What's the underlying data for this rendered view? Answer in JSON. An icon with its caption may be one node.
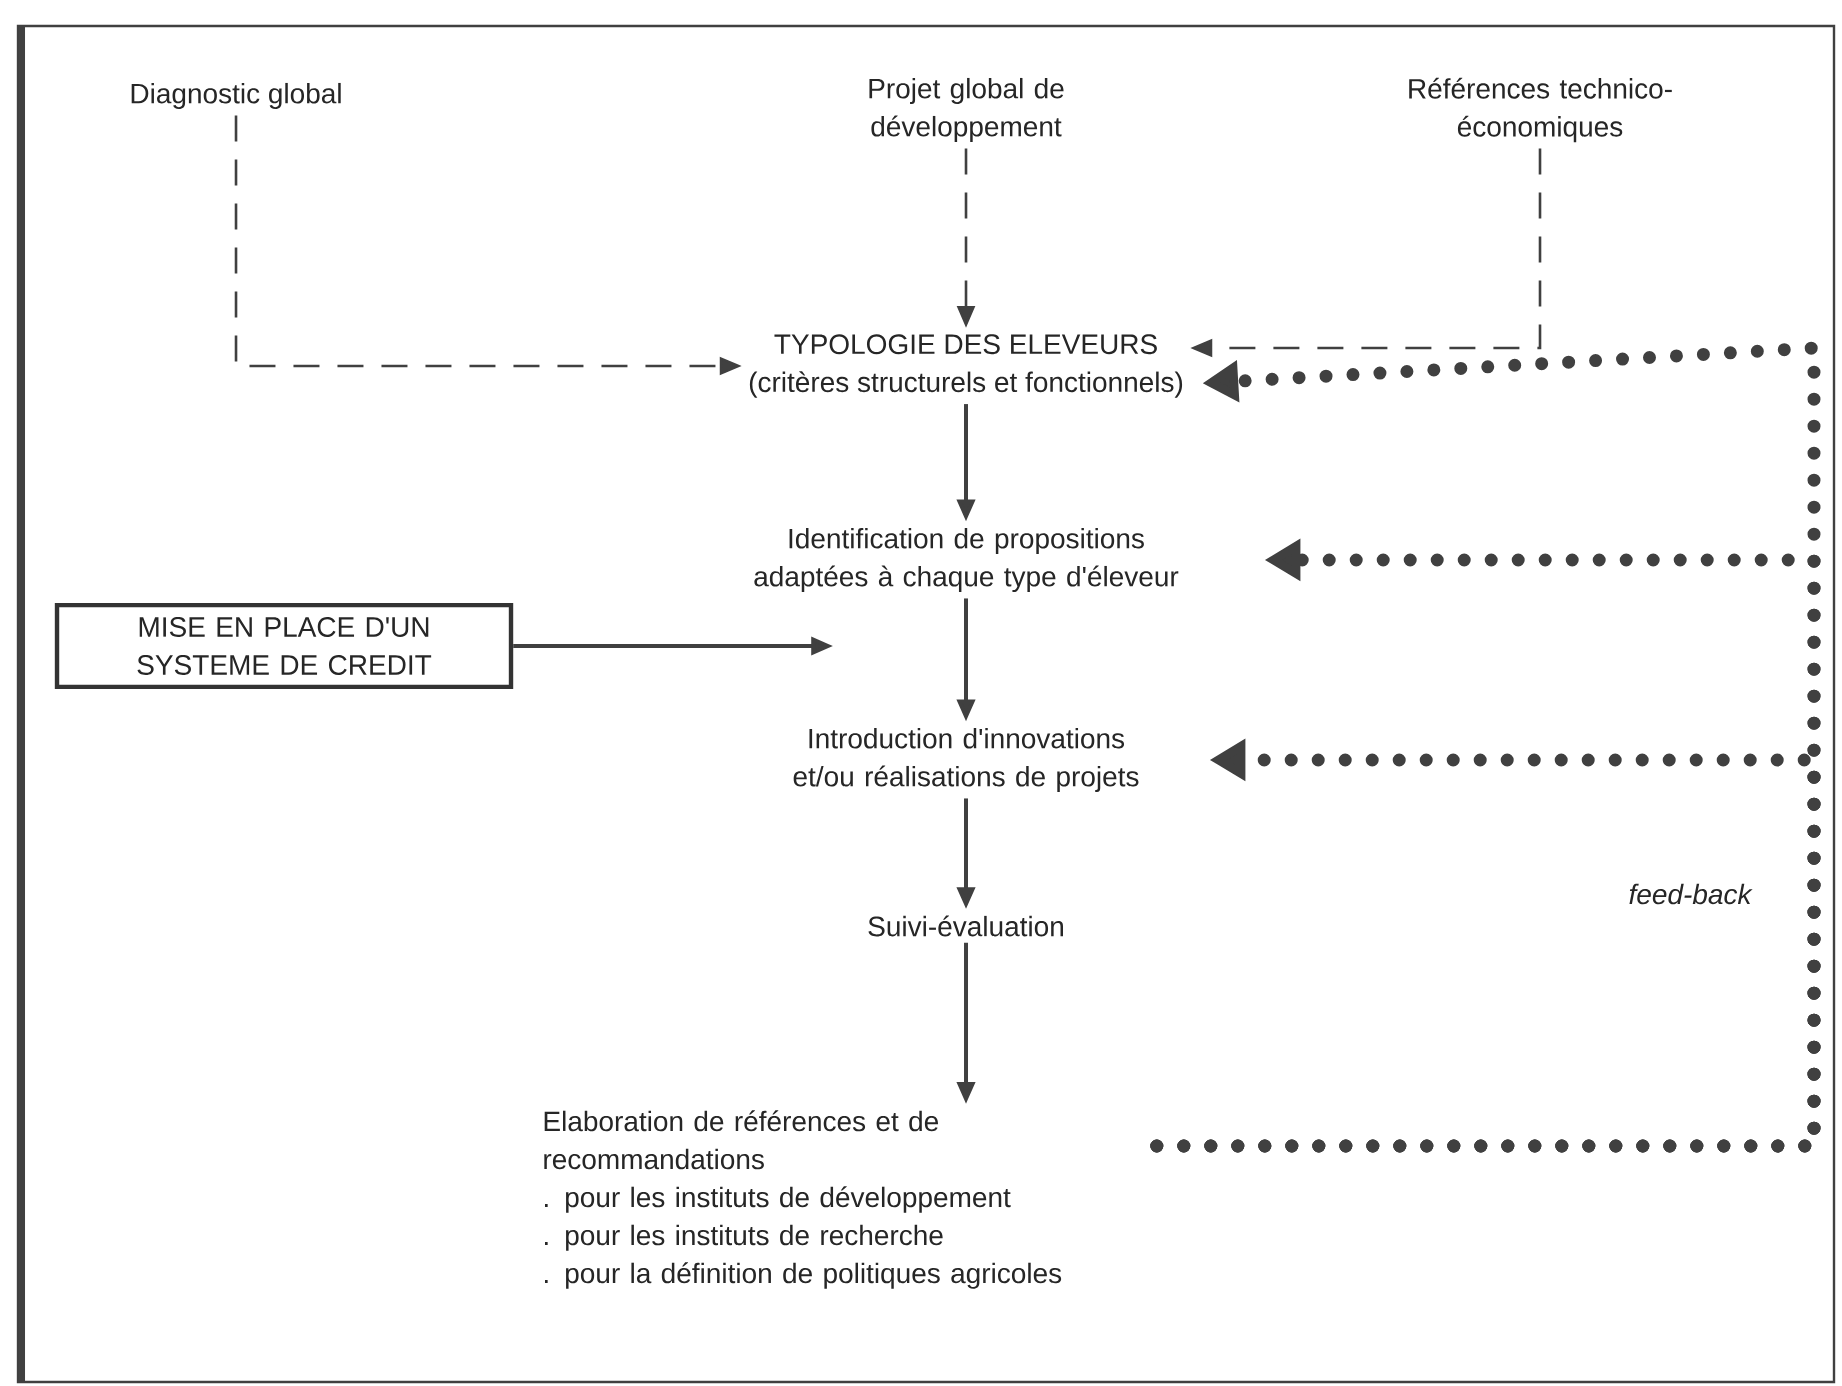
{
  "diagram": {
    "nodes": [
      {
        "text": [
          "Diagnostic global"
        ]
      },
      {
        "text": [
          "Projet global de développement"
        ]
      },
      {
        "text": [
          "Références technico-économiques"
        ]
      },
      {
        "text": [
          "TYPOLOGIE DES ELEVEURS",
          "(critères structurels et fonctionnels)"
        ]
      },
      {
        "text": [
          "Identification de propositions adaptées à chaque type d'éleveur"
        ]
      },
      {
        "text": [
          "MISE EN PLACE D'UN SYSTEME DE CREDIT"
        ]
      },
      {
        "text": [
          "Introduction d'innovations et/ou réalisations de projets"
        ]
      },
      {
        "text": [
          "Suivi-évaluation"
        ]
      },
      {
        "text": [
          "Elaboration de références et de recommandations",
          ". pour les instituts de développement",
          ". pour les instituts de recherche",
          ". pour la définition de politiques agricoles"
        ]
      }
    ],
    "edges": [
      {
        "from": 0,
        "to": 3,
        "arrow": "to",
        "style": "dashed"
      },
      {
        "from": 1,
        "to": 3,
        "arrow": "to",
        "style": "dashed"
      },
      {
        "from": 2,
        "to": 3,
        "arrow": "to",
        "style": "dashed"
      },
      {
        "from": 3,
        "to": 4,
        "arrow": "to"
      },
      {
        "from": 5,
        "to": null,
        "arrow": "to"
      },
      {
        "from": 4,
        "to": 6,
        "arrow": "to"
      },
      {
        "from": 6,
        "to": 7,
        "arrow": "to"
      },
      {
        "from": 7,
        "to": 8,
        "arrow": "to"
      },
      {
        "from": 8,
        "to": 3,
        "arrow": "to",
        "style": "dashed"
      },
      {
        "from": 8,
        "to": 4,
        "arrow": "to",
        "style": "dashed"
      },
      {
        "from": 8,
        "to": 6,
        "arrow": "to",
        "style": "dashed"
      }
    ],
    "labels": [
      "feed-back"
    ]
  }
}
